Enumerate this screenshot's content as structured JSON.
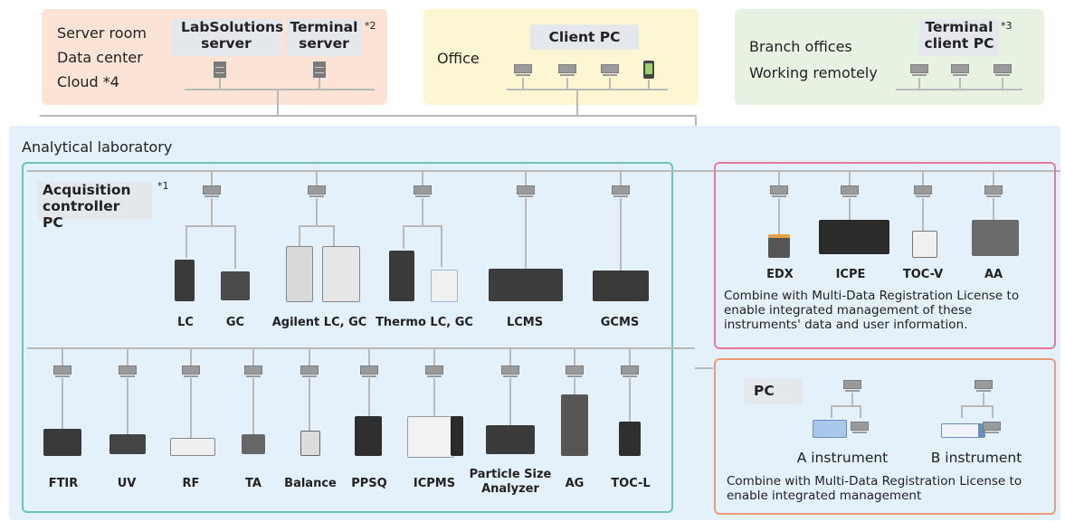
{
  "top": {
    "server_zone": {
      "lines": [
        "Server room",
        "Data center",
        "Cloud *4"
      ],
      "labsolutions_label": "LabSolutions server",
      "terminal_label": "Terminal server",
      "terminal_note": "*2"
    },
    "office_zone": {
      "title": "Office",
      "client_label": "Client PC"
    },
    "branch_zone": {
      "lines": [
        "Branch offices",
        "Working remotely"
      ],
      "terminal_client_label": "Terminal client PC",
      "terminal_client_note": "*3"
    }
  },
  "lab": {
    "title": "Analytical laboratory",
    "acq_label": "Acquisition controller PC",
    "acq_note": "*1",
    "row1": [
      "LC",
      "GC",
      "Agilent LC, GC",
      "Thermo LC, GC",
      "LCMS",
      "GCMS"
    ],
    "row2": [
      "FTIR",
      "UV",
      "RF",
      "TA",
      "Balance",
      "PPSQ",
      "ICPMS",
      "Particle Size Analyzer",
      "AG",
      "TOC-L"
    ],
    "multi_box": {
      "instruments": [
        "EDX",
        "ICPE",
        "TOC-V",
        "AA"
      ],
      "note": "Combine with Multi-Data Registration License to enable integrated management of these instruments' data and user information."
    },
    "pc_box": {
      "pc_label": "PC",
      "instruments": [
        "A instrument",
        "B instrument"
      ],
      "note": "Combine with Multi-Data Registration License to enable integrated management"
    }
  },
  "colors": {
    "server_zone": "#fbe3d6",
    "office_zone": "#fdf6d2",
    "branch_zone": "#e8f2e2",
    "lab_zone": "#e4f0fa",
    "acq_border": "#6cc3b8",
    "multi_border": "#e47a98",
    "pc_border": "#ec9a7a",
    "label_bg": "#e4e7ec"
  },
  "icons": [
    "server-icon",
    "monitor-icon",
    "tablet-icon",
    "instrument-icon"
  ]
}
